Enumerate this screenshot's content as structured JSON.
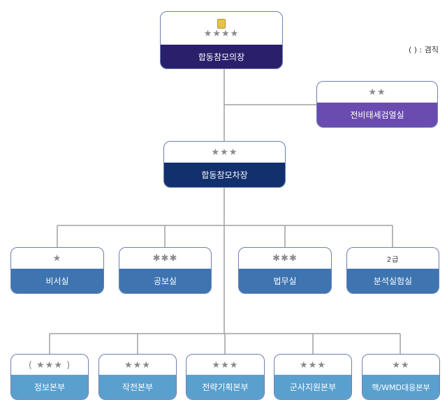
{
  "note": "( ) : 겸직",
  "chairman": {
    "label": "합동참모의장",
    "insignia": "★★★★",
    "color": "#2a1f6b"
  },
  "combat_readiness": {
    "label": "전비태세검열실",
    "insignia": "★★",
    "color": "#6a4bb0"
  },
  "vice_chairman": {
    "label": "합동참모차장",
    "insignia": "★★★",
    "color": "#13306e"
  },
  "offices": [
    {
      "label": "비서실",
      "insignia": "★"
    },
    {
      "label": "공보실",
      "insignia": "✱✱✱"
    },
    {
      "label": "법무실",
      "insignia": "✱✱✱"
    },
    {
      "label": "분석실험실",
      "insignia": "2급"
    }
  ],
  "headquarters": [
    {
      "label": "정보본부",
      "insignia": "( ★★★ )"
    },
    {
      "label": "작전본부",
      "insignia": "★★★"
    },
    {
      "label": "전략기획본부",
      "insignia": "★★★"
    },
    {
      "label": "군사지원본부",
      "insignia": "★★★"
    },
    {
      "label": "핵/WMD대응본부",
      "insignia": "★★"
    }
  ],
  "colors": {
    "offices": "#3e74b0",
    "headquarters": "#5aa0cf",
    "line": "#a0a0a0"
  }
}
